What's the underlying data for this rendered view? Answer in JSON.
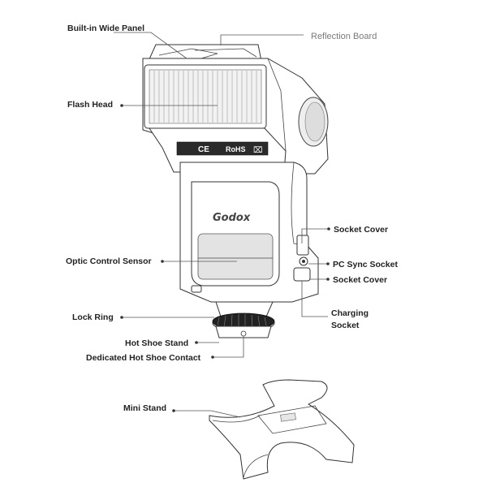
{
  "labels": {
    "built_in_wide_panel": "Built-in Wide Panel",
    "reflection_board": "Reflection Board",
    "flash_head": "Flash Head",
    "socket_cover_top": "Socket Cover",
    "optic_control_sensor": "Optic Control Sensor",
    "pc_sync_socket": "PC Sync Socket",
    "socket_cover_bottom": "Socket Cover",
    "lock_ring": "Lock Ring",
    "charging_line1": "Charging",
    "charging_line2": "Socket",
    "hot_shoe_stand": "Hot Shoe Stand",
    "dedicated_hot_shoe_contact": "Dedicated Hot Shoe Contact",
    "mini_stand": "Mini Stand"
  },
  "device": {
    "brand": "Godox",
    "cert_marks": [
      "CE",
      "RoHS"
    ]
  },
  "colors": {
    "label_text": "#222222",
    "light_label_text": "#7a7a7a",
    "outline": "#333333"
  }
}
